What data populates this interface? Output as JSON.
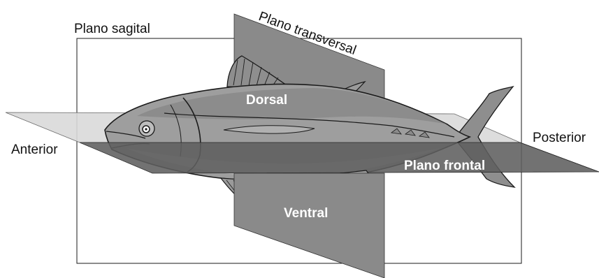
{
  "labels": {
    "sagittal_plane": "Plano sagital",
    "transverse_plane": "Plano transversal",
    "frontal_plane": "Plano frontal",
    "anterior": "Anterior",
    "posterior": "Posterior",
    "dorsal": "Dorsal",
    "ventral": "Ventral"
  },
  "colors": {
    "background": "#ffffff",
    "outline": "#1a1a1a",
    "frontal_plane_light": "#d9d9d9",
    "frontal_plane_dark": "#5f5f5f",
    "transverse_plane": "#8a8a8a",
    "fish_body": "#9e9e9e",
    "fish_back": "#7d7d7d",
    "fish_belly": "#c2c2c2",
    "label_dark": "#111111",
    "label_light": "#ffffff"
  }
}
